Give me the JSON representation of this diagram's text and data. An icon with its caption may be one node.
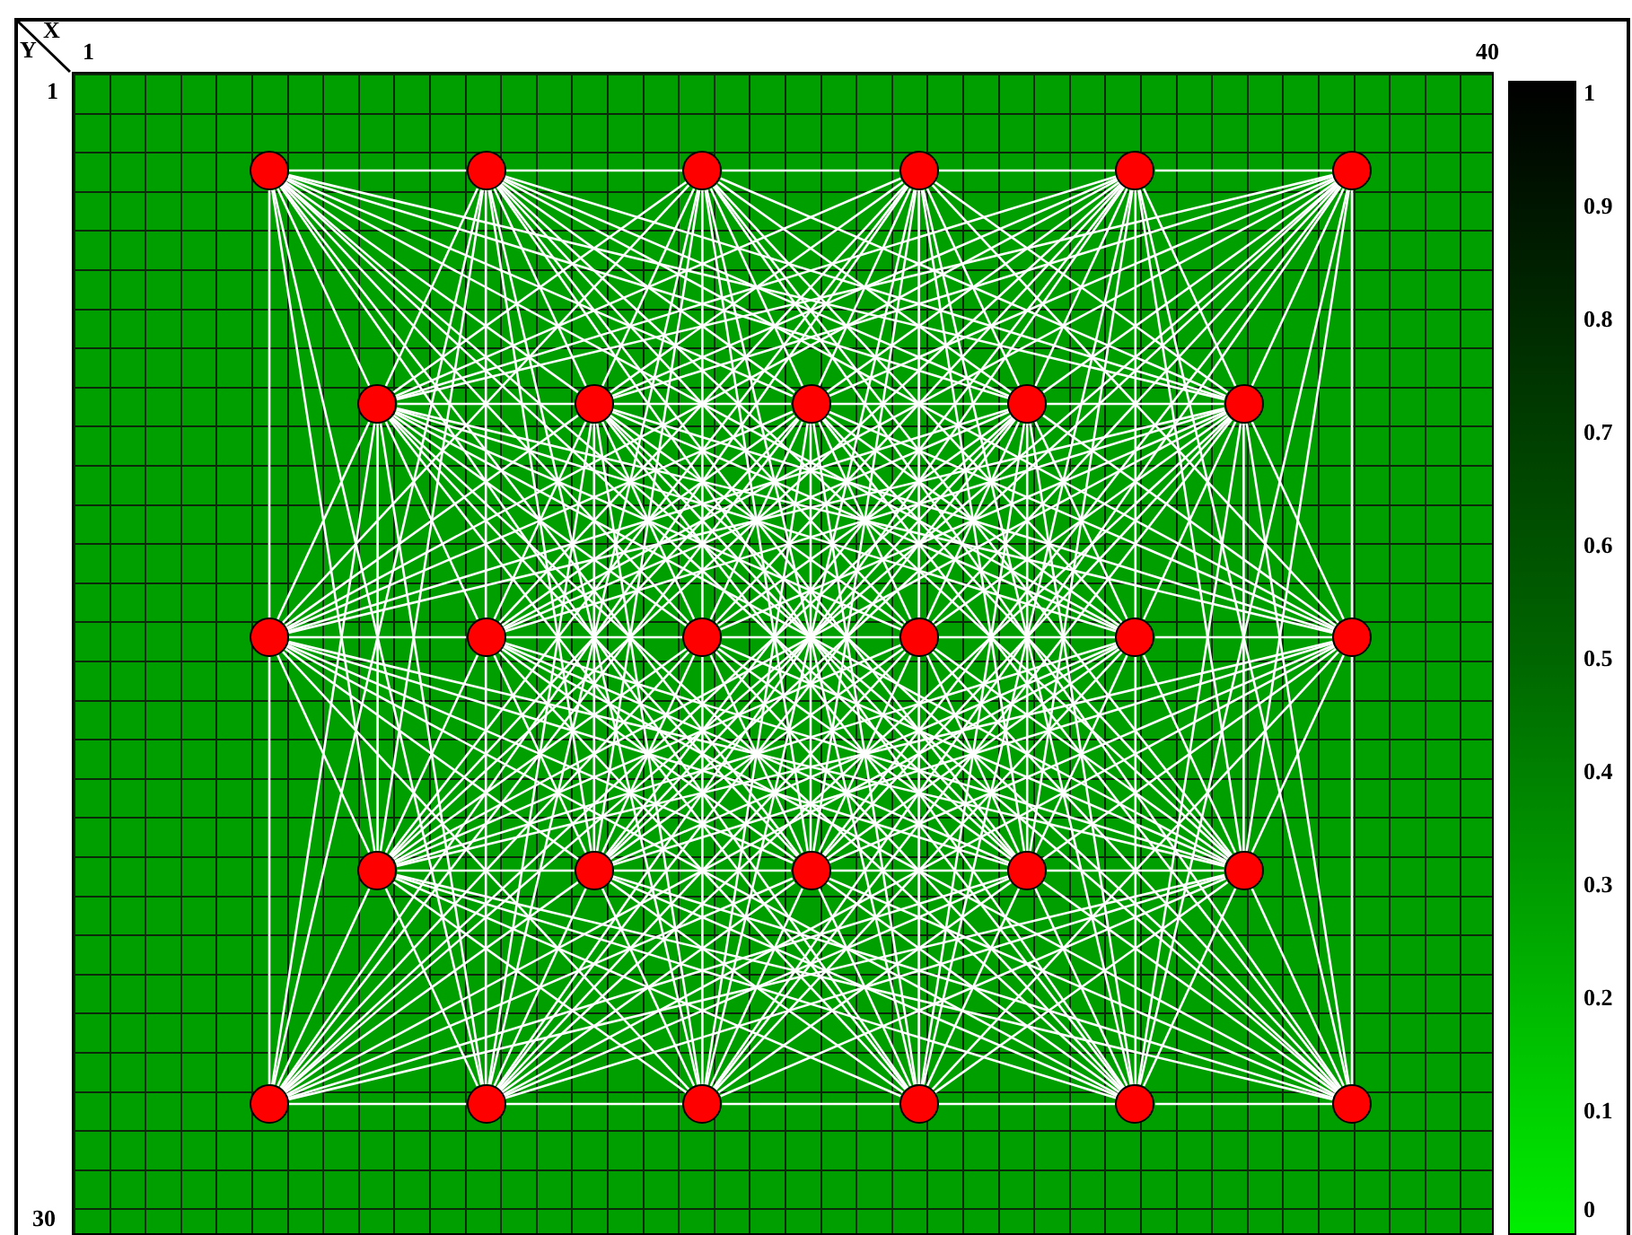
{
  "diagram": {
    "nodes": [
      {
        "text": [],
        "shape": "circle"
      },
      {
        "text": [],
        "shape": "circle"
      },
      {
        "text": [],
        "shape": "circle"
      },
      {
        "text": [],
        "shape": "circle"
      },
      {
        "text": [],
        "shape": "circle"
      },
      {
        "text": [],
        "shape": "circle"
      },
      {
        "text": [],
        "shape": "circle"
      },
      {
        "text": [],
        "shape": "circle"
      },
      {
        "text": [],
        "shape": "circle"
      },
      {
        "text": [],
        "shape": "circle"
      },
      {
        "text": [],
        "shape": "circle"
      },
      {
        "text": [],
        "shape": "circle"
      },
      {
        "text": [],
        "shape": "circle"
      },
      {
        "text": [],
        "shape": "circle"
      },
      {
        "text": [],
        "shape": "circle"
      },
      {
        "text": [],
        "shape": "circle"
      },
      {
        "text": [],
        "shape": "circle"
      },
      {
        "text": [],
        "shape": "circle"
      },
      {
        "text": [],
        "shape": "circle"
      },
      {
        "text": [],
        "shape": "circle"
      },
      {
        "text": [],
        "shape": "circle"
      },
      {
        "text": [],
        "shape": "circle"
      },
      {
        "text": [],
        "shape": "circle"
      },
      {
        "text": [],
        "shape": "circle"
      },
      {
        "text": [],
        "shape": "circle"
      },
      {
        "text": [],
        "shape": "circle"
      },
      {
        "text": [],
        "shape": "circle"
      },
      {
        "text": [],
        "shape": "circle"
      }
    ],
    "edges": [
      {
        "from": 0,
        "to": 1,
        "arrow": "none"
      },
      {
        "from": 0,
        "to": 6,
        "arrow": "none"
      },
      {
        "from": 0,
        "to": 7,
        "arrow": "none"
      },
      {
        "from": 0,
        "to": 8,
        "arrow": "none"
      },
      {
        "from": 0,
        "to": 9,
        "arrow": "none"
      },
      {
        "from": 0,
        "to": 10,
        "arrow": "none"
      },
      {
        "from": 0,
        "to": 11,
        "arrow": "none"
      },
      {
        "from": 0,
        "to": 13,
        "arrow": "none"
      },
      {
        "from": 0,
        "to": 15,
        "arrow": "none"
      },
      {
        "from": 0,
        "to": 17,
        "arrow": "none"
      },
      {
        "from": 0,
        "to": 19,
        "arrow": "none"
      },
      {
        "from": 0,
        "to": 20,
        "arrow": "none"
      },
      {
        "from": 0,
        "to": 23,
        "arrow": "none"
      },
      {
        "from": 0,
        "to": 25,
        "arrow": "none"
      },
      {
        "from": 0,
        "to": 27,
        "arrow": "none"
      },
      {
        "from": 1,
        "to": 2,
        "arrow": "none"
      },
      {
        "from": 1,
        "to": 6,
        "arrow": "none"
      },
      {
        "from": 1,
        "to": 7,
        "arrow": "none"
      },
      {
        "from": 1,
        "to": 8,
        "arrow": "none"
      },
      {
        "from": 1,
        "to": 9,
        "arrow": "none"
      },
      {
        "from": 1,
        "to": 10,
        "arrow": "none"
      },
      {
        "from": 1,
        "to": 12,
        "arrow": "none"
      },
      {
        "from": 1,
        "to": 14,
        "arrow": "none"
      },
      {
        "from": 1,
        "to": 16,
        "arrow": "none"
      },
      {
        "from": 1,
        "to": 17,
        "arrow": "none"
      },
      {
        "from": 1,
        "to": 18,
        "arrow": "none"
      },
      {
        "from": 1,
        "to": 20,
        "arrow": "none"
      },
      {
        "from": 1,
        "to": 21,
        "arrow": "none"
      },
      {
        "from": 1,
        "to": 22,
        "arrow": "none"
      },
      {
        "from": 1,
        "to": 24,
        "arrow": "none"
      },
      {
        "from": 1,
        "to": 26,
        "arrow": "none"
      },
      {
        "from": 2,
        "to": 3,
        "arrow": "none"
      },
      {
        "from": 2,
        "to": 6,
        "arrow": "none"
      },
      {
        "from": 2,
        "to": 7,
        "arrow": "none"
      },
      {
        "from": 2,
        "to": 8,
        "arrow": "none"
      },
      {
        "from": 2,
        "to": 9,
        "arrow": "none"
      },
      {
        "from": 2,
        "to": 10,
        "arrow": "none"
      },
      {
        "from": 2,
        "to": 11,
        "arrow": "none"
      },
      {
        "from": 2,
        "to": 13,
        "arrow": "none"
      },
      {
        "from": 2,
        "to": 15,
        "arrow": "none"
      },
      {
        "from": 2,
        "to": 18,
        "arrow": "none"
      },
      {
        "from": 2,
        "to": 19,
        "arrow": "none"
      },
      {
        "from": 2,
        "to": 21,
        "arrow": "none"
      },
      {
        "from": 2,
        "to": 23,
        "arrow": "none"
      },
      {
        "from": 2,
        "to": 25,
        "arrow": "none"
      },
      {
        "from": 2,
        "to": 27,
        "arrow": "none"
      },
      {
        "from": 3,
        "to": 4,
        "arrow": "none"
      },
      {
        "from": 3,
        "to": 6,
        "arrow": "none"
      },
      {
        "from": 3,
        "to": 7,
        "arrow": "none"
      },
      {
        "from": 3,
        "to": 8,
        "arrow": "none"
      },
      {
        "from": 3,
        "to": 9,
        "arrow": "none"
      },
      {
        "from": 3,
        "to": 10,
        "arrow": "none"
      },
      {
        "from": 3,
        "to": 12,
        "arrow": "none"
      },
      {
        "from": 3,
        "to": 14,
        "arrow": "none"
      },
      {
        "from": 3,
        "to": 16,
        "arrow": "none"
      },
      {
        "from": 3,
        "to": 17,
        "arrow": "none"
      },
      {
        "from": 3,
        "to": 19,
        "arrow": "none"
      },
      {
        "from": 3,
        "to": 20,
        "arrow": "none"
      },
      {
        "from": 3,
        "to": 22,
        "arrow": "none"
      },
      {
        "from": 3,
        "to": 24,
        "arrow": "none"
      },
      {
        "from": 3,
        "to": 26,
        "arrow": "none"
      },
      {
        "from": 4,
        "to": 5,
        "arrow": "none"
      },
      {
        "from": 4,
        "to": 6,
        "arrow": "none"
      },
      {
        "from": 4,
        "to": 7,
        "arrow": "none"
      },
      {
        "from": 4,
        "to": 8,
        "arrow": "none"
      },
      {
        "from": 4,
        "to": 9,
        "arrow": "none"
      },
      {
        "from": 4,
        "to": 10,
        "arrow": "none"
      },
      {
        "from": 4,
        "to": 11,
        "arrow": "none"
      },
      {
        "from": 4,
        "to": 13,
        "arrow": "none"
      },
      {
        "from": 4,
        "to": 15,
        "arrow": "none"
      },
      {
        "from": 4,
        "to": 17,
        "arrow": "none"
      },
      {
        "from": 4,
        "to": 18,
        "arrow": "none"
      },
      {
        "from": 4,
        "to": 20,
        "arrow": "none"
      },
      {
        "from": 4,
        "to": 21,
        "arrow": "none"
      },
      {
        "from": 4,
        "to": 23,
        "arrow": "none"
      },
      {
        "from": 4,
        "to": 25,
        "arrow": "none"
      },
      {
        "from": 4,
        "to": 27,
        "arrow": "none"
      },
      {
        "from": 5,
        "to": 6,
        "arrow": "none"
      },
      {
        "from": 5,
        "to": 7,
        "arrow": "none"
      },
      {
        "from": 5,
        "to": 8,
        "arrow": "none"
      },
      {
        "from": 5,
        "to": 9,
        "arrow": "none"
      },
      {
        "from": 5,
        "to": 10,
        "arrow": "none"
      },
      {
        "from": 5,
        "to": 12,
        "arrow": "none"
      },
      {
        "from": 5,
        "to": 14,
        "arrow": "none"
      },
      {
        "from": 5,
        "to": 16,
        "arrow": "none"
      },
      {
        "from": 5,
        "to": 18,
        "arrow": "none"
      },
      {
        "from": 5,
        "to": 19,
        "arrow": "none"
      },
      {
        "from": 5,
        "to": 21,
        "arrow": "none"
      },
      {
        "from": 5,
        "to": 22,
        "arrow": "none"
      },
      {
        "from": 5,
        "to": 24,
        "arrow": "none"
      },
      {
        "from": 5,
        "to": 26,
        "arrow": "none"
      },
      {
        "from": 6,
        "to": 7,
        "arrow": "none"
      },
      {
        "from": 6,
        "to": 11,
        "arrow": "none"
      },
      {
        "from": 6,
        "to": 12,
        "arrow": "none"
      },
      {
        "from": 6,
        "to": 13,
        "arrow": "none"
      },
      {
        "from": 6,
        "to": 14,
        "arrow": "none"
      },
      {
        "from": 6,
        "to": 15,
        "arrow": "none"
      },
      {
        "from": 6,
        "to": 16,
        "arrow": "none"
      },
      {
        "from": 6,
        "to": 17,
        "arrow": "none"
      },
      {
        "from": 6,
        "to": 19,
        "arrow": "none"
      },
      {
        "from": 6,
        "to": 21,
        "arrow": "none"
      },
      {
        "from": 6,
        "to": 22,
        "arrow": "none"
      },
      {
        "from": 6,
        "to": 23,
        "arrow": "none"
      },
      {
        "from": 6,
        "to": 25,
        "arrow": "none"
      },
      {
        "from": 6,
        "to": 26,
        "arrow": "none"
      },
      {
        "from": 7,
        "to": 8,
        "arrow": "none"
      },
      {
        "from": 7,
        "to": 11,
        "arrow": "none"
      },
      {
        "from": 7,
        "to": 12,
        "arrow": "none"
      },
      {
        "from": 7,
        "to": 13,
        "arrow": "none"
      },
      {
        "from": 7,
        "to": 14,
        "arrow": "none"
      },
      {
        "from": 7,
        "to": 15,
        "arrow": "none"
      },
      {
        "from": 7,
        "to": 16,
        "arrow": "none"
      },
      {
        "from": 7,
        "to": 18,
        "arrow": "none"
      },
      {
        "from": 7,
        "to": 20,
        "arrow": "none"
      },
      {
        "from": 7,
        "to": 23,
        "arrow": "none"
      },
      {
        "from": 7,
        "to": 24,
        "arrow": "none"
      },
      {
        "from": 7,
        "to": 26,
        "arrow": "none"
      },
      {
        "from": 7,
        "to": 27,
        "arrow": "none"
      },
      {
        "from": 8,
        "to": 9,
        "arrow": "none"
      },
      {
        "from": 8,
        "to": 11,
        "arrow": "none"
      },
      {
        "from": 8,
        "to": 12,
        "arrow": "none"
      },
      {
        "from": 8,
        "to": 13,
        "arrow": "none"
      },
      {
        "from": 8,
        "to": 14,
        "arrow": "none"
      },
      {
        "from": 8,
        "to": 15,
        "arrow": "none"
      },
      {
        "from": 8,
        "to": 16,
        "arrow": "none"
      },
      {
        "from": 8,
        "to": 17,
        "arrow": "none"
      },
      {
        "from": 8,
        "to": 19,
        "arrow": "none"
      },
      {
        "from": 8,
        "to": 21,
        "arrow": "none"
      },
      {
        "from": 8,
        "to": 22,
        "arrow": "none"
      },
      {
        "from": 8,
        "to": 24,
        "arrow": "none"
      },
      {
        "from": 8,
        "to": 25,
        "arrow": "none"
      },
      {
        "from": 8,
        "to": 27,
        "arrow": "none"
      },
      {
        "from": 9,
        "to": 10,
        "arrow": "none"
      },
      {
        "from": 9,
        "to": 11,
        "arrow": "none"
      },
      {
        "from": 9,
        "to": 12,
        "arrow": "none"
      },
      {
        "from": 9,
        "to": 13,
        "arrow": "none"
      },
      {
        "from": 9,
        "to": 14,
        "arrow": "none"
      },
      {
        "from": 9,
        "to": 15,
        "arrow": "none"
      },
      {
        "from": 9,
        "to": 16,
        "arrow": "none"
      },
      {
        "from": 9,
        "to": 18,
        "arrow": "none"
      },
      {
        "from": 9,
        "to": 20,
        "arrow": "none"
      },
      {
        "from": 9,
        "to": 22,
        "arrow": "none"
      },
      {
        "from": 9,
        "to": 23,
        "arrow": "none"
      },
      {
        "from": 9,
        "to": 25,
        "arrow": "none"
      },
      {
        "from": 9,
        "to": 26,
        "arrow": "none"
      },
      {
        "from": 10,
        "to": 11,
        "arrow": "none"
      },
      {
        "from": 10,
        "to": 12,
        "arrow": "none"
      },
      {
        "from": 10,
        "to": 13,
        "arrow": "none"
      },
      {
        "from": 10,
        "to": 14,
        "arrow": "none"
      },
      {
        "from": 10,
        "to": 15,
        "arrow": "none"
      },
      {
        "from": 10,
        "to": 16,
        "arrow": "none"
      },
      {
        "from": 10,
        "to": 17,
        "arrow": "none"
      },
      {
        "from": 10,
        "to": 19,
        "arrow": "none"
      },
      {
        "from": 10,
        "to": 21,
        "arrow": "none"
      },
      {
        "from": 10,
        "to": 23,
        "arrow": "none"
      },
      {
        "from": 10,
        "to": 24,
        "arrow": "none"
      },
      {
        "from": 10,
        "to": 26,
        "arrow": "none"
      },
      {
        "from": 10,
        "to": 27,
        "arrow": "none"
      },
      {
        "from": 11,
        "to": 12,
        "arrow": "none"
      },
      {
        "from": 11,
        "to": 17,
        "arrow": "none"
      },
      {
        "from": 11,
        "to": 18,
        "arrow": "none"
      },
      {
        "from": 11,
        "to": 19,
        "arrow": "none"
      },
      {
        "from": 11,
        "to": 20,
        "arrow": "none"
      },
      {
        "from": 11,
        "to": 21,
        "arrow": "none"
      },
      {
        "from": 11,
        "to": 22,
        "arrow": "none"
      },
      {
        "from": 11,
        "to": 24,
        "arrow": "none"
      },
      {
        "from": 11,
        "to": 26,
        "arrow": "none"
      },
      {
        "from": 12,
        "to": 13,
        "arrow": "none"
      },
      {
        "from": 12,
        "to": 17,
        "arrow": "none"
      },
      {
        "from": 12,
        "to": 18,
        "arrow": "none"
      },
      {
        "from": 12,
        "to": 19,
        "arrow": "none"
      },
      {
        "from": 12,
        "to": 20,
        "arrow": "none"
      },
      {
        "from": 12,
        "to": 21,
        "arrow": "none"
      },
      {
        "from": 12,
        "to": 23,
        "arrow": "none"
      },
      {
        "from": 12,
        "to": 25,
        "arrow": "none"
      },
      {
        "from": 12,
        "to": 27,
        "arrow": "none"
      },
      {
        "from": 13,
        "to": 14,
        "arrow": "none"
      },
      {
        "from": 13,
        "to": 17,
        "arrow": "none"
      },
      {
        "from": 13,
        "to": 18,
        "arrow": "none"
      },
      {
        "from": 13,
        "to": 19,
        "arrow": "none"
      },
      {
        "from": 13,
        "to": 20,
        "arrow": "none"
      },
      {
        "from": 13,
        "to": 21,
        "arrow": "none"
      },
      {
        "from": 13,
        "to": 22,
        "arrow": "none"
      },
      {
        "from": 13,
        "to": 24,
        "arrow": "none"
      },
      {
        "from": 13,
        "to": 26,
        "arrow": "none"
      },
      {
        "from": 14,
        "to": 15,
        "arrow": "none"
      },
      {
        "from": 14,
        "to": 17,
        "arrow": "none"
      },
      {
        "from": 14,
        "to": 18,
        "arrow": "none"
      },
      {
        "from": 14,
        "to": 19,
        "arrow": "none"
      },
      {
        "from": 14,
        "to": 20,
        "arrow": "none"
      },
      {
        "from": 14,
        "to": 21,
        "arrow": "none"
      },
      {
        "from": 14,
        "to": 23,
        "arrow": "none"
      },
      {
        "from": 14,
        "to": 25,
        "arrow": "none"
      },
      {
        "from": 14,
        "to": 27,
        "arrow": "none"
      },
      {
        "from": 15,
        "to": 16,
        "arrow": "none"
      },
      {
        "from": 15,
        "to": 17,
        "arrow": "none"
      },
      {
        "from": 15,
        "to": 18,
        "arrow": "none"
      },
      {
        "from": 15,
        "to": 19,
        "arrow": "none"
      },
      {
        "from": 15,
        "to": 20,
        "arrow": "none"
      },
      {
        "from": 15,
        "to": 21,
        "arrow": "none"
      },
      {
        "from": 15,
        "to": 22,
        "arrow": "none"
      },
      {
        "from": 15,
        "to": 24,
        "arrow": "none"
      },
      {
        "from": 15,
        "to": 26,
        "arrow": "none"
      },
      {
        "from": 16,
        "to": 17,
        "arrow": "none"
      },
      {
        "from": 16,
        "to": 18,
        "arrow": "none"
      },
      {
        "from": 16,
        "to": 19,
        "arrow": "none"
      },
      {
        "from": 16,
        "to": 20,
        "arrow": "none"
      },
      {
        "from": 16,
        "to": 21,
        "arrow": "none"
      },
      {
        "from": 16,
        "to": 23,
        "arrow": "none"
      },
      {
        "from": 16,
        "to": 25,
        "arrow": "none"
      },
      {
        "from": 16,
        "to": 27,
        "arrow": "none"
      },
      {
        "from": 17,
        "to": 18,
        "arrow": "none"
      },
      {
        "from": 17,
        "to": 22,
        "arrow": "none"
      },
      {
        "from": 17,
        "to": 23,
        "arrow": "none"
      },
      {
        "from": 17,
        "to": 24,
        "arrow": "none"
      },
      {
        "from": 17,
        "to": 25,
        "arrow": "none"
      },
      {
        "from": 17,
        "to": 26,
        "arrow": "none"
      },
      {
        "from": 17,
        "to": 27,
        "arrow": "none"
      },
      {
        "from": 18,
        "to": 19,
        "arrow": "none"
      },
      {
        "from": 18,
        "to": 22,
        "arrow": "none"
      },
      {
        "from": 18,
        "to": 23,
        "arrow": "none"
      },
      {
        "from": 18,
        "to": 24,
        "arrow": "none"
      },
      {
        "from": 18,
        "to": 25,
        "arrow": "none"
      },
      {
        "from": 18,
        "to": 26,
        "arrow": "none"
      },
      {
        "from": 18,
        "to": 27,
        "arrow": "none"
      },
      {
        "from": 19,
        "to": 20,
        "arrow": "none"
      },
      {
        "from": 19,
        "to": 22,
        "arrow": "none"
      },
      {
        "from": 19,
        "to": 23,
        "arrow": "none"
      },
      {
        "from": 19,
        "to": 24,
        "arrow": "none"
      },
      {
        "from": 19,
        "to": 25,
        "arrow": "none"
      },
      {
        "from": 19,
        "to": 26,
        "arrow": "none"
      },
      {
        "from": 19,
        "to": 27,
        "arrow": "none"
      },
      {
        "from": 20,
        "to": 21,
        "arrow": "none"
      },
      {
        "from": 20,
        "to": 22,
        "arrow": "none"
      },
      {
        "from": 20,
        "to": 23,
        "arrow": "none"
      },
      {
        "from": 20,
        "to": 24,
        "arrow": "none"
      },
      {
        "from": 20,
        "to": 25,
        "arrow": "none"
      },
      {
        "from": 20,
        "to": 26,
        "arrow": "none"
      },
      {
        "from": 20,
        "to": 27,
        "arrow": "none"
      },
      {
        "from": 21,
        "to": 22,
        "arrow": "none"
      },
      {
        "from": 21,
        "to": 23,
        "arrow": "none"
      },
      {
        "from": 21,
        "to": 24,
        "arrow": "none"
      },
      {
        "from": 21,
        "to": 25,
        "arrow": "none"
      },
      {
        "from": 21,
        "to": 26,
        "arrow": "none"
      },
      {
        "from": 21,
        "to": 27,
        "arrow": "none"
      },
      {
        "from": 22,
        "to": 23,
        "arrow": "none"
      },
      {
        "from": 23,
        "to": 24,
        "arrow": "none"
      },
      {
        "from": 24,
        "to": 25,
        "arrow": "none"
      },
      {
        "from": 25,
        "to": 26,
        "arrow": "none"
      },
      {
        "from": 26,
        "to": 27,
        "arrow": "none"
      }
    ],
    "labels": [
      "X",
      "Y",
      "1",
      "40",
      "1",
      "0.9",
      "0.8",
      "0.7",
      "0.6",
      "0.5",
      "0.4",
      "0.3",
      "0.2",
      "0.1",
      "0",
      "1",
      "30"
    ]
  }
}
